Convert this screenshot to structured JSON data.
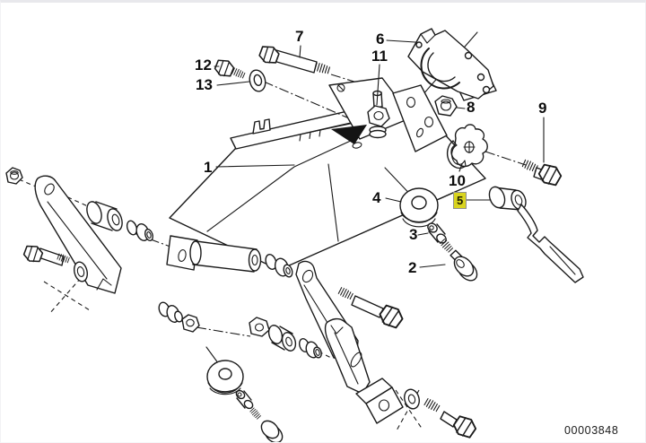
{
  "diagram": {
    "doc_number": "00003848",
    "colors": {
      "line": "#1a1a1a",
      "background": "#ffffff",
      "highlight_fill": "#d9d41f",
      "highlight_border": "#8f8f8f",
      "highlight_text": "#1c1c00"
    },
    "callouts": [
      {
        "label": "1",
        "highlighted": false
      },
      {
        "label": "2",
        "highlighted": false
      },
      {
        "label": "3",
        "highlighted": false
      },
      {
        "label": "4",
        "highlighted": false
      },
      {
        "label": "5",
        "highlighted": true
      },
      {
        "label": "6",
        "highlighted": false
      },
      {
        "label": "7",
        "highlighted": false
      },
      {
        "label": "8",
        "highlighted": false
      },
      {
        "label": "9",
        "highlighted": false
      },
      {
        "label": "10",
        "highlighted": false
      },
      {
        "label": "11",
        "highlighted": false
      },
      {
        "label": "12",
        "highlighted": false
      },
      {
        "label": "13",
        "highlighted": false
      }
    ]
  }
}
